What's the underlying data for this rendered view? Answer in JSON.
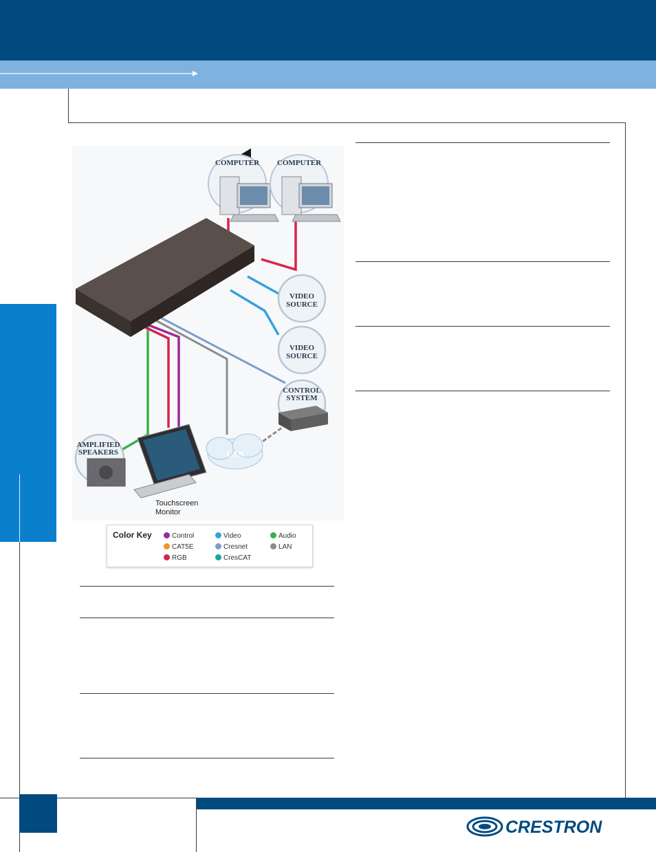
{
  "diagram": {
    "labels": {
      "computer_1": "COMPUTER",
      "computer_2": "COMPUTER",
      "video_source_1_line1": "VIDEO",
      "video_source_1_line2": "SOURCE",
      "video_source_2_line1": "VIDEO",
      "video_source_2_line2": "SOURCE",
      "control_system_line1": "CONTROL",
      "control_system_line2": "SYSTEM",
      "amplified_speakers_line1": "AMPLIFIED",
      "amplified_speakers_line2": "SPEAKERS",
      "lan_cloud": "LAN",
      "touchscreen_line1": "Touchscreen",
      "touchscreen_line2": "Monitor"
    }
  },
  "color_key": {
    "title": "Color Key",
    "items": [
      {
        "label": "Control",
        "color": "#9c2a9a"
      },
      {
        "label": "CAT5E",
        "color": "#f0962a"
      },
      {
        "label": "RGB",
        "color": "#d8234a"
      },
      {
        "label": "Video",
        "color": "#3aa0dc"
      },
      {
        "label": "Cresnet",
        "color": "#7a9ecb"
      },
      {
        "label": "CresCAT",
        "color": "#16a89a"
      },
      {
        "label": "Audio",
        "color": "#3bb04a"
      },
      {
        "label": "LAN",
        "color": "#8c8c8c"
      }
    ]
  },
  "brand": {
    "logo_text": "CRESTRON",
    "primary_color": "#004a80",
    "light_color": "#7fb2de",
    "tab_color": "#0a7fcc"
  }
}
